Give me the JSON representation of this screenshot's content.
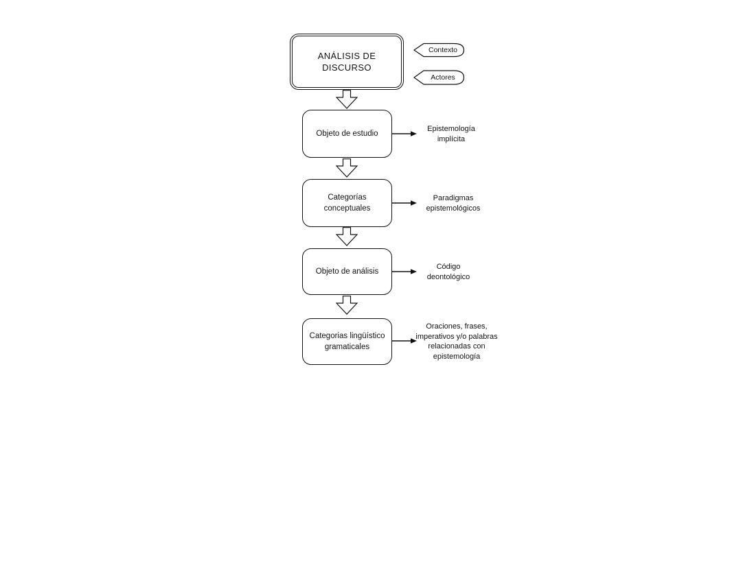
{
  "diagram": {
    "title": "ANÁLISIS DE\nDISCURSO",
    "context_tags": [
      {
        "label": "Contexto"
      },
      {
        "label": "Actores"
      }
    ],
    "steps": [
      {
        "box": "Objeto de estudio",
        "annotation": "Epistemología\nimplícita"
      },
      {
        "box": "Categorías\nconceptuales",
        "annotation": "Paradigmas\nepistemológicos"
      },
      {
        "box": "Objeto de análisis",
        "annotation": "Código\ndeontológico"
      },
      {
        "box": "Categorias lingüístico\ngramaticales",
        "annotation": "Oraciones, frases,\nimperativos y/o palabras\nrelacionadas con\nepistemología"
      }
    ],
    "colors": {
      "stroke": "#111111",
      "fill": "#ffffff",
      "text": "#111111",
      "background": "#ffffff"
    }
  }
}
